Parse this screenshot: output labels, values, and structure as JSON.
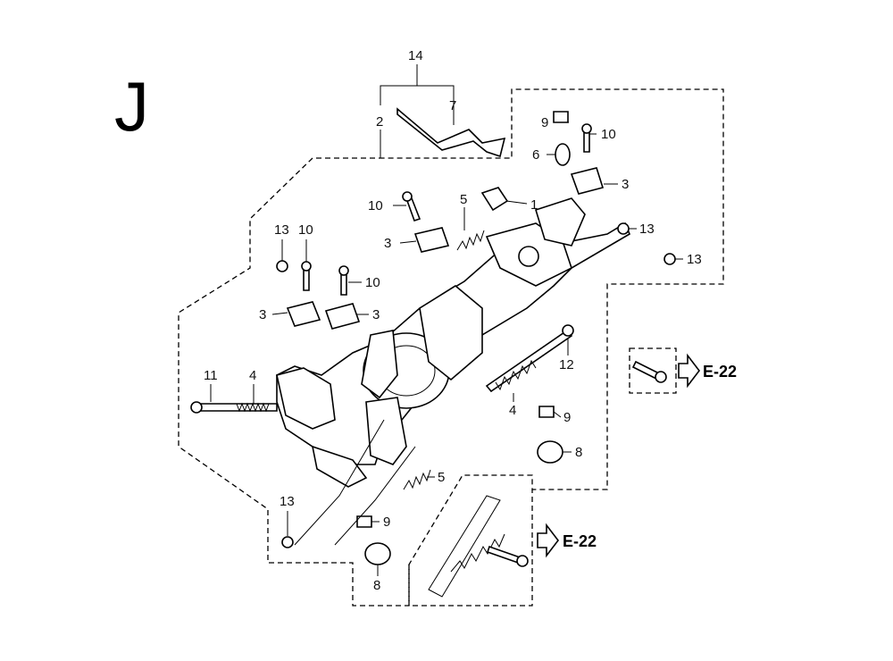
{
  "section_letter": "J",
  "callouts": {
    "c1": "1",
    "c2": "2",
    "c3a": "3",
    "c3b": "3",
    "c3c": "3",
    "c3d": "3",
    "c4a": "4",
    "c4b": "4",
    "c5a": "5",
    "c5b": "5",
    "c6": "6",
    "c7": "7",
    "c8a": "8",
    "c8b": "8",
    "c9a": "9",
    "c9b": "9",
    "c9c": "9",
    "c10a": "10",
    "c10b": "10",
    "c10c": "10",
    "c10d": "10",
    "c11": "11",
    "c12": "12",
    "c13a": "13",
    "c13b": "13",
    "c13c": "13",
    "c13d": "13",
    "c14": "14"
  },
  "references": {
    "ref_right": "E-22",
    "ref_bottom": "E-22"
  }
}
